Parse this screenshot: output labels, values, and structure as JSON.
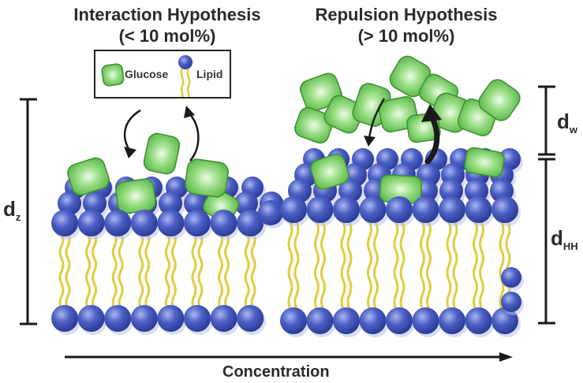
{
  "titles": {
    "left_line1": "Interaction Hypothesis",
    "left_line2": "(< 10 mol%)",
    "right_line1": "Repulsion Hypothesis",
    "right_line2": "(> 10 mol%)"
  },
  "legend": {
    "glucose": "Glucose",
    "lipid": "Lipid"
  },
  "dimensions": {
    "dz_main": "d",
    "dz_sub": "z",
    "dw_main": "d",
    "dw_sub": "w",
    "dhh_main": "d",
    "dhh_sub": "HH"
  },
  "axis": {
    "label": "Concentration"
  },
  "colors": {
    "lipid_head": "#3b4fb0",
    "lipid_head_light": "#8e9ee8",
    "lipid_tail": "#e3cf3a",
    "glucose": "#7fd06a",
    "glucose_light": "#d8f5cc",
    "glucose_edge": "#3f8f32",
    "ink": "#1a1a1a"
  }
}
